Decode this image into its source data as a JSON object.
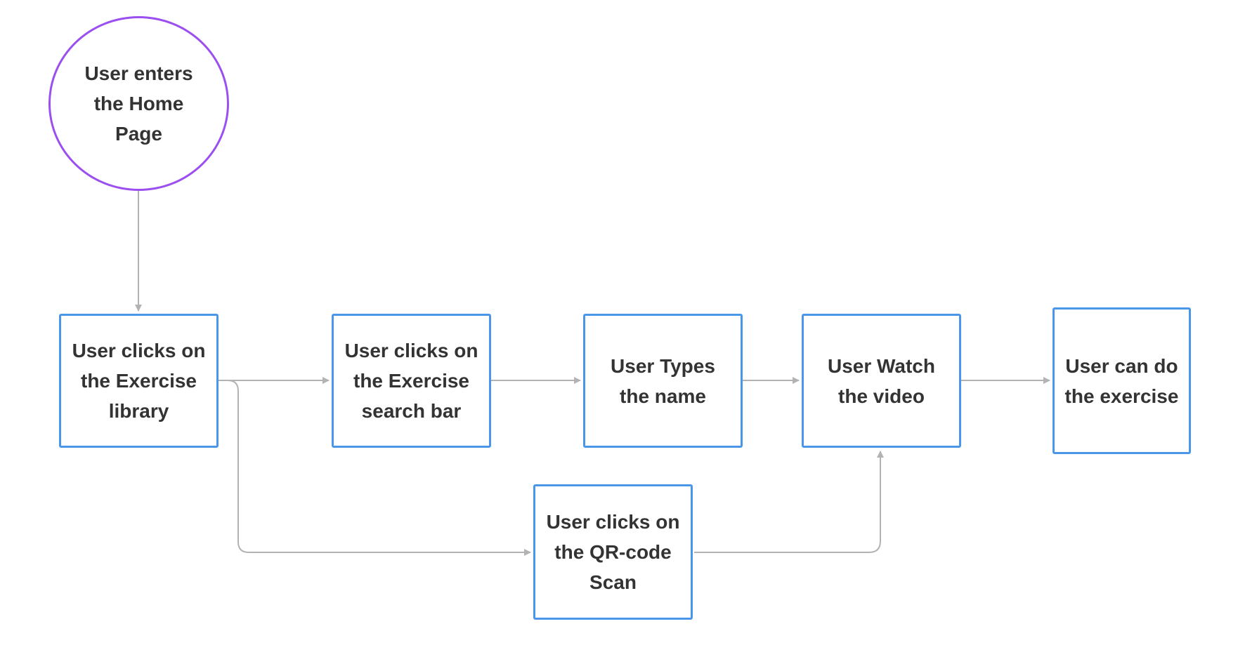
{
  "diagram": {
    "nodes": [
      {
        "id": "home",
        "shape": "circle",
        "label": "User enters\nthe Home\nPage"
      },
      {
        "id": "library",
        "shape": "box",
        "label": "User clicks on\nthe Exercise\nlibrary"
      },
      {
        "id": "searchbar",
        "shape": "box",
        "label": "User clicks on\nthe Exercise\nsearch bar"
      },
      {
        "id": "types",
        "shape": "box",
        "label": "User Types\nthe name"
      },
      {
        "id": "watch",
        "shape": "box",
        "label": "User Watch\nthe video"
      },
      {
        "id": "exercise",
        "shape": "box",
        "label": "User can do\nthe exercise"
      },
      {
        "id": "qrcode",
        "shape": "box",
        "label": "User clicks on\nthe QR-code\nScan"
      }
    ],
    "edges": [
      {
        "from": "home",
        "to": "library"
      },
      {
        "from": "library",
        "to": "searchbar"
      },
      {
        "from": "searchbar",
        "to": "types"
      },
      {
        "from": "types",
        "to": "watch"
      },
      {
        "from": "watch",
        "to": "exercise"
      },
      {
        "from": "library",
        "to": "qrcode"
      },
      {
        "from": "qrcode",
        "to": "watch"
      }
    ],
    "colors": {
      "box_border": "#4a97ea",
      "circle_border": "#9b4ff0",
      "connector": "#b3b3b3",
      "text": "#333333"
    }
  }
}
